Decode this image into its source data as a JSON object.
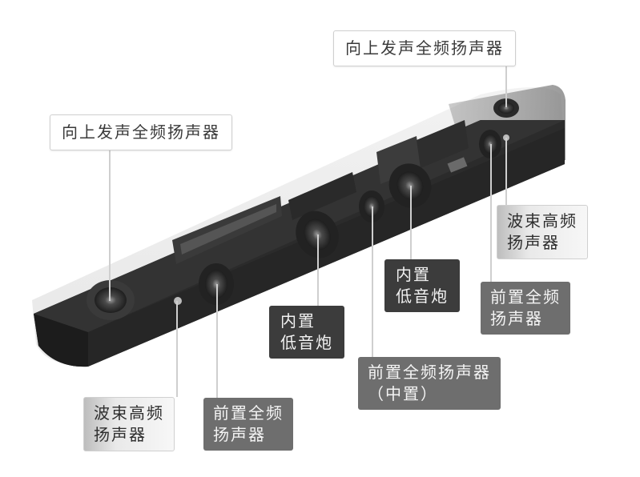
{
  "image": {
    "subject": "soundbar-cutaway-internal-view",
    "colors": {
      "background": "#ffffff",
      "chassis": "#2f2f2f",
      "chassis_dark": "#1c1c1c",
      "shell_glass": "#d8d8d8",
      "connector_line": "#cfcfcf",
      "label_dark": "#3c3c3c",
      "label_mid": "#6e6e6e",
      "label_white": "#ffffff"
    }
  },
  "labels": {
    "top_right_upfiring": {
      "lines": [
        "向上发声全频扬声器"
      ]
    },
    "top_left_upfiring": {
      "lines": [
        "向上发声全频扬声器"
      ]
    },
    "right_beam_tweeter": {
      "lines": [
        "波束高频",
        "扬声器"
      ]
    },
    "right_front_fullrange": {
      "lines": [
        "前置全频",
        "扬声器"
      ]
    },
    "center_right_subwoofer": {
      "lines": [
        "内置",
        "低音炮"
      ]
    },
    "center_left_subwoofer": {
      "lines": [
        "内置",
        "低音炮"
      ]
    },
    "center_front_fullrange": {
      "lines": [
        "前置全频扬声器",
        "（中置）"
      ]
    },
    "bottom_left_beam_tweeter": {
      "lines": [
        "波束高频",
        "扬声器"
      ]
    },
    "bottom_left_front_fullrange": {
      "lines": [
        "前置全频",
        "扬声器"
      ]
    }
  }
}
